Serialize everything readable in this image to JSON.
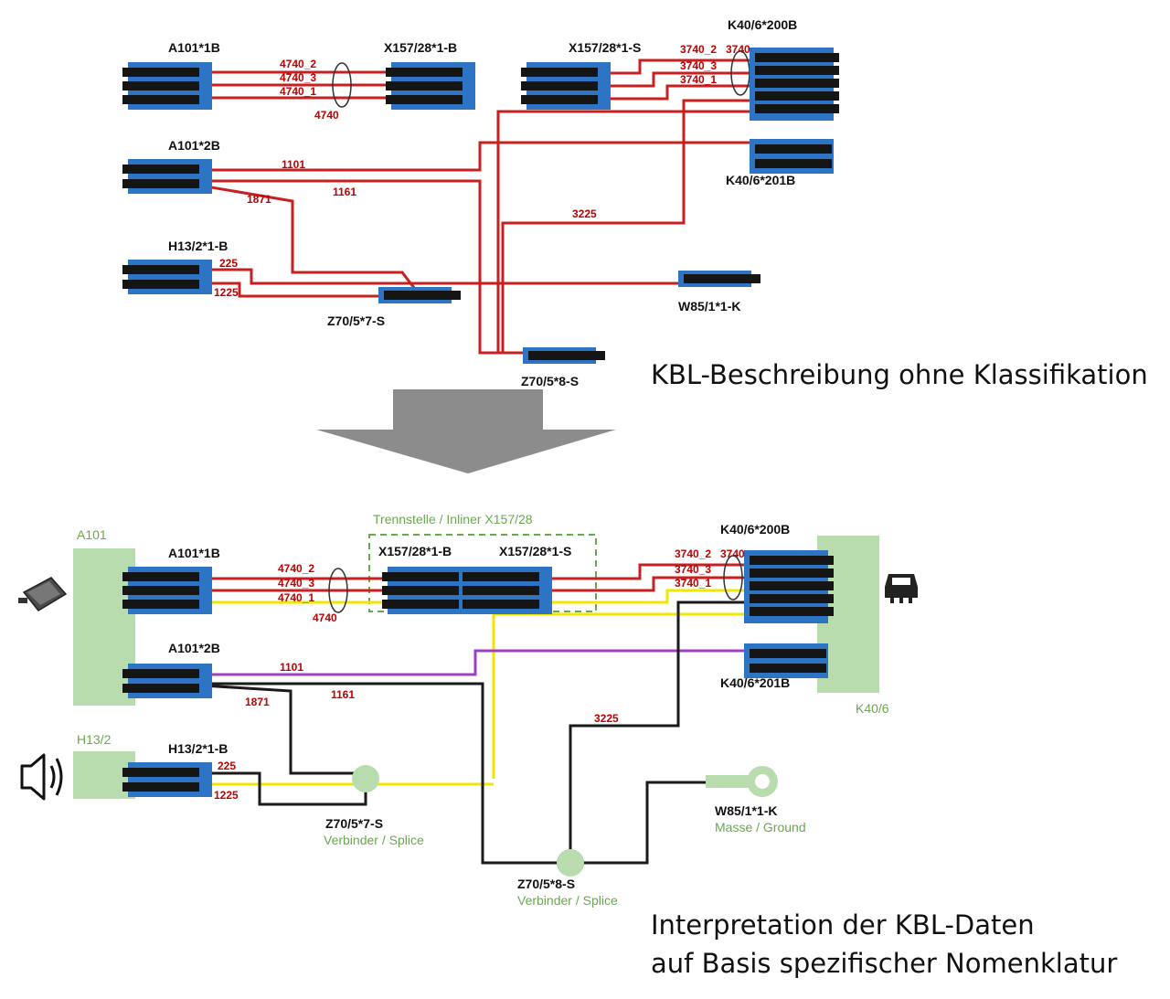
{
  "captions": {
    "top": "KBL-Beschreibung ohne Klassifikation",
    "bottom_line1": "Interpretation der KBL-Daten",
    "bottom_line2": "auf Basis spezifischer Nomenklatur"
  },
  "colors": {
    "wire_red": "#c82020",
    "wire_black": "#1a1a1a",
    "wire_yellow": "#f2e600",
    "wire_purple": "#a040c0",
    "connector_blue": "#2d74c4",
    "connector_dark": "#151515",
    "component_green": "#b9dcae",
    "green_text": "#6aa84f",
    "arrow_gray": "#8c8c8c"
  },
  "top": {
    "connectors": {
      "a101_1b": "A101*1B",
      "x157_b": "X157/28*1-B",
      "x157_s": "X157/28*1-S",
      "k40_200b": "K40/6*200B",
      "a101_2b": "A101*2B",
      "k40_201b": "K40/6*201B",
      "h13_b": "H13/2*1-B",
      "z70_7": "Z70/5*7-S",
      "w85": "W85/1*1-K",
      "z70_8": "Z70/5*8-S"
    },
    "wires": {
      "w4740_2": "4740_2",
      "w4740_3": "4740_3",
      "w4740_1": "4740_1",
      "bundle4740": "4740",
      "w3740_2": "3740_2",
      "bundle3740": "3740",
      "w3740_3": "3740_3",
      "w3740_1": "3740_1",
      "w1101": "1101",
      "w1871": "1871",
      "w1161": "1161",
      "w3225": "3225",
      "w225": "225",
      "w1225": "1225"
    }
  },
  "bottom": {
    "components": {
      "a101": "A101",
      "h13": "H13/2",
      "k40": "K40/6"
    },
    "icons": {
      "ecu": "ecu-module-icon",
      "speaker": "speaker-icon",
      "k40": "relay-module-icon",
      "ground": "ground-ring-terminal-icon"
    },
    "inliner_label": "Trennstelle / Inliner X157/28",
    "connectors": {
      "a101_1b": "A101*1B",
      "x157_b": "X157/28*1-B",
      "x157_s": "X157/28*1-S",
      "k40_200b": "K40/6*200B",
      "a101_2b": "A101*2B",
      "k40_201b": "K40/6*201B",
      "h13_b": "H13/2*1-B",
      "z70_7": "Z70/5*7-S",
      "z70_8": "Z70/5*8-S",
      "w85": "W85/1*1-K"
    },
    "splice_label": "Verbinder / Splice",
    "ground_label": "Masse / Ground",
    "wires": {
      "w4740_2": "4740_2",
      "w4740_3": "4740_3",
      "w4740_1": "4740_1",
      "bundle4740": "4740",
      "w3740_2": "3740_2",
      "bundle3740": "3740",
      "w3740_3": "3740_3",
      "w3740_1": "3740_1",
      "w1101": "1101",
      "w1871": "1871",
      "w1161": "1161",
      "w3225": "3225",
      "w225": "225",
      "w1225": "1225"
    }
  }
}
